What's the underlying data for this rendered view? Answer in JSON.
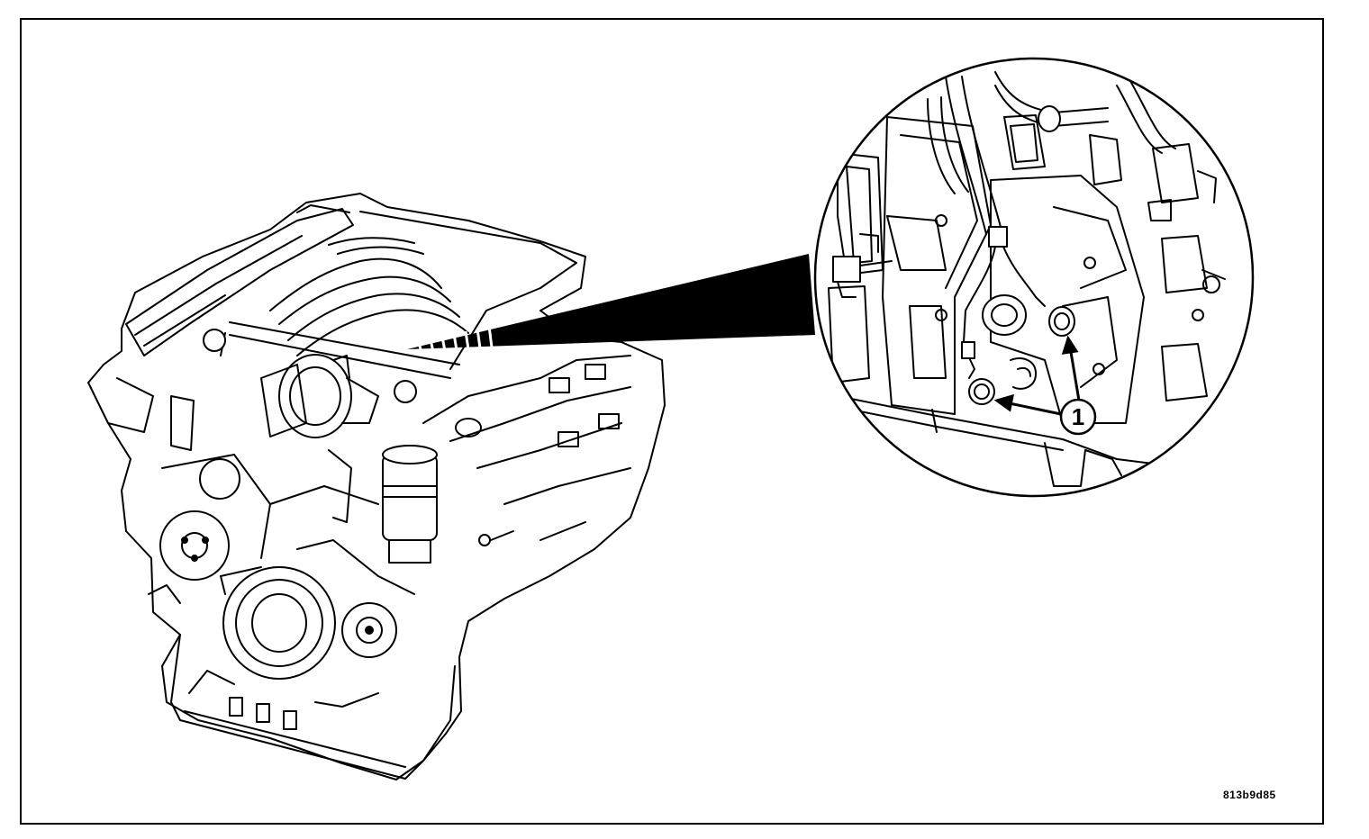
{
  "figure": {
    "id_code": "813b9d85",
    "callouts": [
      {
        "number": "1"
      }
    ]
  },
  "colors": {
    "line": "#000000",
    "background": "#ffffff"
  },
  "icons": [
    "engine-drawing",
    "detail-magnifier-circle",
    "leader-arrow"
  ]
}
